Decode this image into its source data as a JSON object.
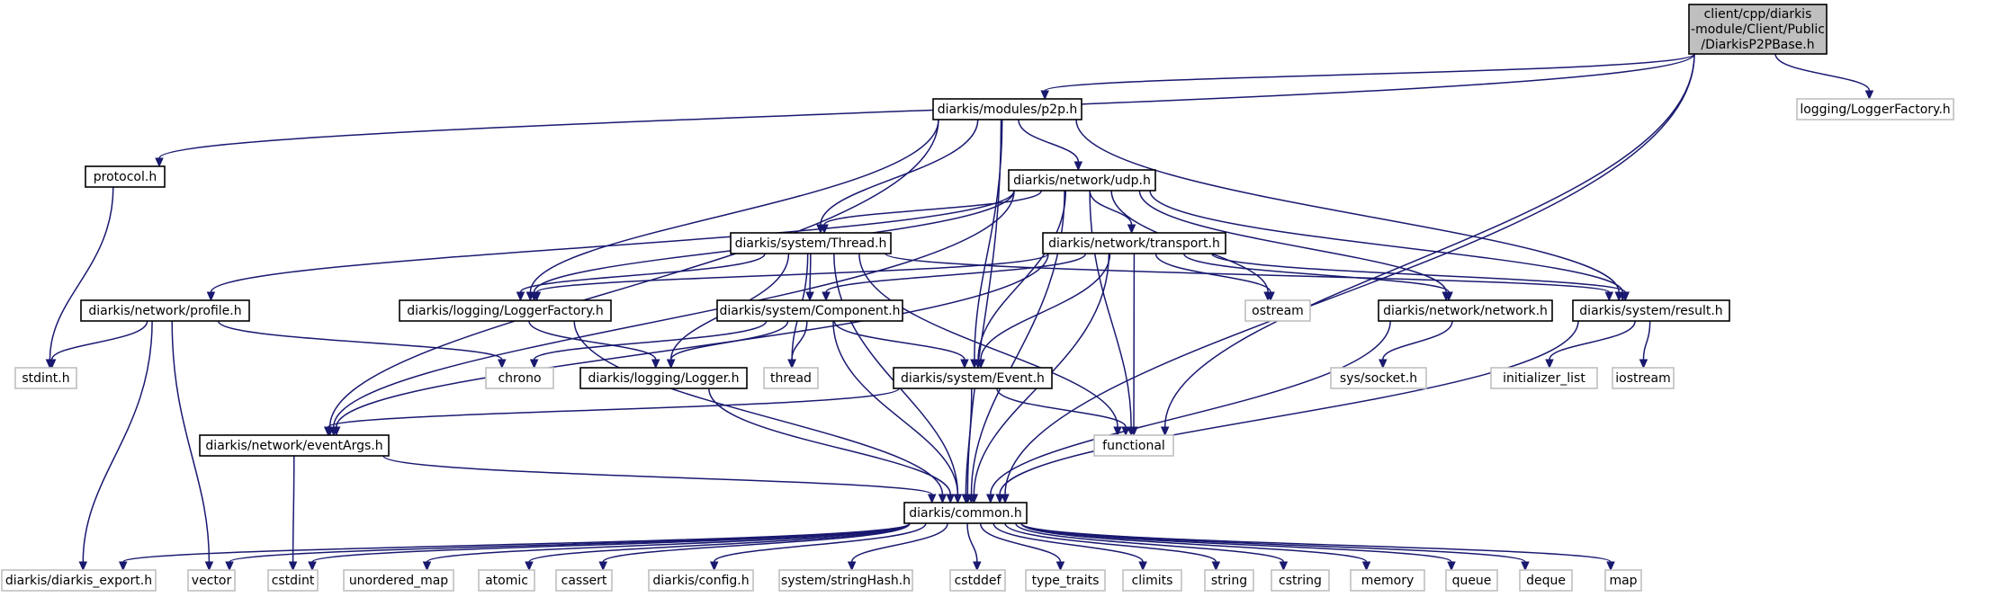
{
  "graph": {
    "colors": {
      "edge": "#191970",
      "doc_border": "#000000",
      "sys_border": "#bfbfbf",
      "root_fill": "#bfbfbf"
    },
    "nodes": {
      "root": {
        "lines": [
          "client/cpp/diarkis",
          "-module/Client/Public",
          "/DiarkisP2PBase.h"
        ],
        "kind": "root"
      },
      "p2p": {
        "lines": [
          "diarkis/modules/p2p.h"
        ],
        "kind": "doc"
      },
      "logfact_sys": {
        "lines": [
          "logging/LoggerFactory.h"
        ],
        "kind": "sys"
      },
      "protocol": {
        "lines": [
          "protocol.h"
        ],
        "kind": "doc"
      },
      "udp": {
        "lines": [
          "diarkis/network/udp.h"
        ],
        "kind": "doc"
      },
      "thread_h": {
        "lines": [
          "diarkis/system/Thread.h"
        ],
        "kind": "doc"
      },
      "transport": {
        "lines": [
          "diarkis/network/transport.h"
        ],
        "kind": "doc"
      },
      "profile": {
        "lines": [
          "diarkis/network/profile.h"
        ],
        "kind": "doc"
      },
      "loggerfactory": {
        "lines": [
          "diarkis/logging/LoggerFactory.h"
        ],
        "kind": "doc"
      },
      "component": {
        "lines": [
          "diarkis/system/Component.h"
        ],
        "kind": "doc"
      },
      "ostream": {
        "lines": [
          "ostream"
        ],
        "kind": "sys"
      },
      "network": {
        "lines": [
          "diarkis/network/network.h"
        ],
        "kind": "doc"
      },
      "result": {
        "lines": [
          "diarkis/system/result.h"
        ],
        "kind": "doc"
      },
      "stdint": {
        "lines": [
          "stdint.h"
        ],
        "kind": "sys"
      },
      "chrono": {
        "lines": [
          "chrono"
        ],
        "kind": "sys"
      },
      "logger": {
        "lines": [
          "diarkis/logging/Logger.h"
        ],
        "kind": "doc"
      },
      "thread": {
        "lines": [
          "thread"
        ],
        "kind": "sys"
      },
      "event": {
        "lines": [
          "diarkis/system/Event.h"
        ],
        "kind": "doc"
      },
      "syssocket": {
        "lines": [
          "sys/socket.h"
        ],
        "kind": "sys"
      },
      "initlist": {
        "lines": [
          "initializer_list"
        ],
        "kind": "sys"
      },
      "iostream": {
        "lines": [
          "iostream"
        ],
        "kind": "sys"
      },
      "eventargs": {
        "lines": [
          "diarkis/network/eventArgs.h"
        ],
        "kind": "doc"
      },
      "functional": {
        "lines": [
          "functional"
        ],
        "kind": "sys"
      },
      "common": {
        "lines": [
          "diarkis/common.h"
        ],
        "kind": "doc"
      },
      "export": {
        "lines": [
          "diarkis/diarkis_export.h"
        ],
        "kind": "sys"
      },
      "vector": {
        "lines": [
          "vector"
        ],
        "kind": "sys"
      },
      "cstdint": {
        "lines": [
          "cstdint"
        ],
        "kind": "sys"
      },
      "umap": {
        "lines": [
          "unordered_map"
        ],
        "kind": "sys"
      },
      "atomic": {
        "lines": [
          "atomic"
        ],
        "kind": "sys"
      },
      "cassert": {
        "lines": [
          "cassert"
        ],
        "kind": "sys"
      },
      "config": {
        "lines": [
          "diarkis/config.h"
        ],
        "kind": "sys"
      },
      "stringhash": {
        "lines": [
          "system/stringHash.h"
        ],
        "kind": "sys"
      },
      "cstddef": {
        "lines": [
          "cstddef"
        ],
        "kind": "sys"
      },
      "typetraits": {
        "lines": [
          "type_traits"
        ],
        "kind": "sys"
      },
      "climits": {
        "lines": [
          "climits"
        ],
        "kind": "sys"
      },
      "string": {
        "lines": [
          "string"
        ],
        "kind": "sys"
      },
      "cstring": {
        "lines": [
          "cstring"
        ],
        "kind": "sys"
      },
      "memory": {
        "lines": [
          "memory"
        ],
        "kind": "sys"
      },
      "queue": {
        "lines": [
          "queue"
        ],
        "kind": "sys"
      },
      "deque": {
        "lines": [
          "deque"
        ],
        "kind": "sys"
      },
      "map": {
        "lines": [
          "map"
        ],
        "kind": "sys"
      }
    },
    "edges": [
      [
        "root",
        "p2p"
      ],
      [
        "root",
        "logfact_sys"
      ],
      [
        "root",
        "protocol"
      ],
      [
        "root",
        "functional"
      ],
      [
        "root",
        "common"
      ],
      [
        "p2p",
        "udp"
      ],
      [
        "p2p",
        "thread_h"
      ],
      [
        "p2p",
        "loggerfactory"
      ],
      [
        "p2p",
        "event"
      ],
      [
        "p2p",
        "result"
      ],
      [
        "p2p",
        "eventargs"
      ],
      [
        "p2p",
        "common"
      ],
      [
        "protocol",
        "stdint"
      ],
      [
        "udp",
        "thread_h"
      ],
      [
        "udp",
        "transport"
      ],
      [
        "udp",
        "profile"
      ],
      [
        "udp",
        "loggerfactory"
      ],
      [
        "udp",
        "event"
      ],
      [
        "udp",
        "eventargs"
      ],
      [
        "udp",
        "result"
      ],
      [
        "udp",
        "network"
      ],
      [
        "udp",
        "ostream"
      ],
      [
        "udp",
        "functional"
      ],
      [
        "udp",
        "common"
      ],
      [
        "thread_h",
        "loggerfactory"
      ],
      [
        "thread_h",
        "component"
      ],
      [
        "thread_h",
        "logger"
      ],
      [
        "thread_h",
        "thread"
      ],
      [
        "thread_h",
        "result"
      ],
      [
        "thread_h",
        "functional"
      ],
      [
        "thread_h",
        "common"
      ],
      [
        "transport",
        "loggerfactory"
      ],
      [
        "transport",
        "component"
      ],
      [
        "transport",
        "event"
      ],
      [
        "transport",
        "eventargs"
      ],
      [
        "transport",
        "ostream"
      ],
      [
        "transport",
        "network"
      ],
      [
        "transport",
        "result"
      ],
      [
        "transport",
        "functional"
      ],
      [
        "transport",
        "common"
      ],
      [
        "profile",
        "stdint"
      ],
      [
        "profile",
        "chrono"
      ],
      [
        "profile",
        "export"
      ],
      [
        "profile",
        "vector"
      ],
      [
        "loggerfactory",
        "logger"
      ],
      [
        "loggerfactory",
        "common"
      ],
      [
        "component",
        "chrono"
      ],
      [
        "component",
        "logger"
      ],
      [
        "component",
        "thread"
      ],
      [
        "component",
        "event"
      ],
      [
        "component",
        "common"
      ],
      [
        "network",
        "syssocket"
      ],
      [
        "network",
        "common"
      ],
      [
        "result",
        "initlist"
      ],
      [
        "result",
        "iostream"
      ],
      [
        "result",
        "common"
      ],
      [
        "logger",
        "common"
      ],
      [
        "event",
        "eventargs"
      ],
      [
        "event",
        "functional"
      ],
      [
        "event",
        "common"
      ],
      [
        "eventargs",
        "cstdint"
      ],
      [
        "eventargs",
        "common"
      ],
      [
        "common",
        "export"
      ],
      [
        "common",
        "vector"
      ],
      [
        "common",
        "cstdint"
      ],
      [
        "common",
        "umap"
      ],
      [
        "common",
        "atomic"
      ],
      [
        "common",
        "cassert"
      ],
      [
        "common",
        "config"
      ],
      [
        "common",
        "stringhash"
      ],
      [
        "common",
        "cstddef"
      ],
      [
        "common",
        "typetraits"
      ],
      [
        "common",
        "climits"
      ],
      [
        "common",
        "string"
      ],
      [
        "common",
        "cstring"
      ],
      [
        "common",
        "memory"
      ],
      [
        "common",
        "queue"
      ],
      [
        "common",
        "deque"
      ],
      [
        "common",
        "map"
      ]
    ]
  }
}
